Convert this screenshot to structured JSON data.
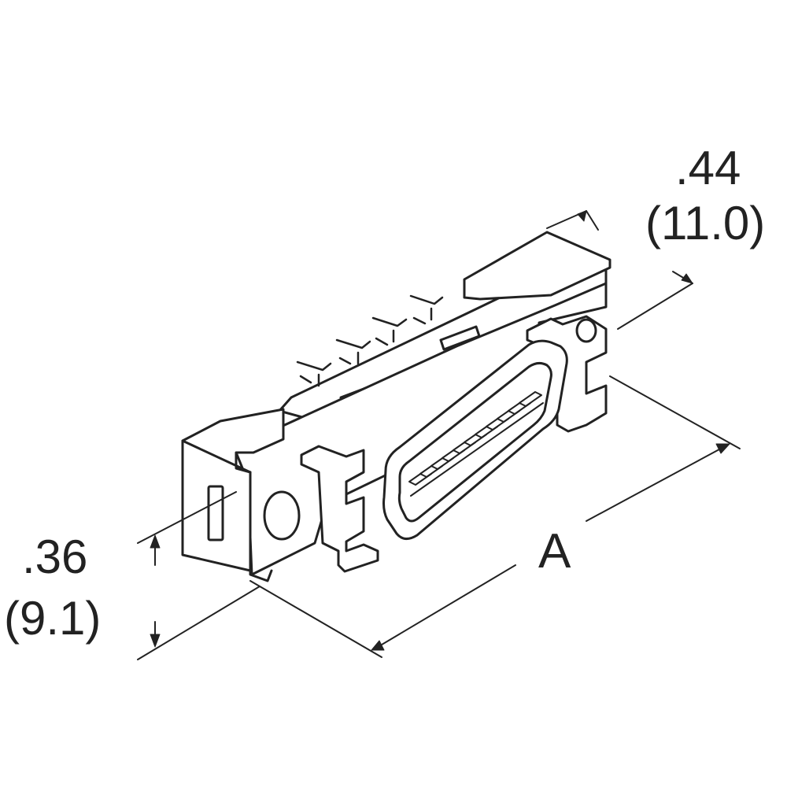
{
  "dimensions": {
    "depth": {
      "inch": ".44",
      "mm": "(11.0)"
    },
    "height": {
      "inch": ".36",
      "mm": "(9.1)"
    },
    "length": {
      "label": "A"
    }
  },
  "colors": {
    "line": "#222222",
    "fill": "#ffffff"
  }
}
